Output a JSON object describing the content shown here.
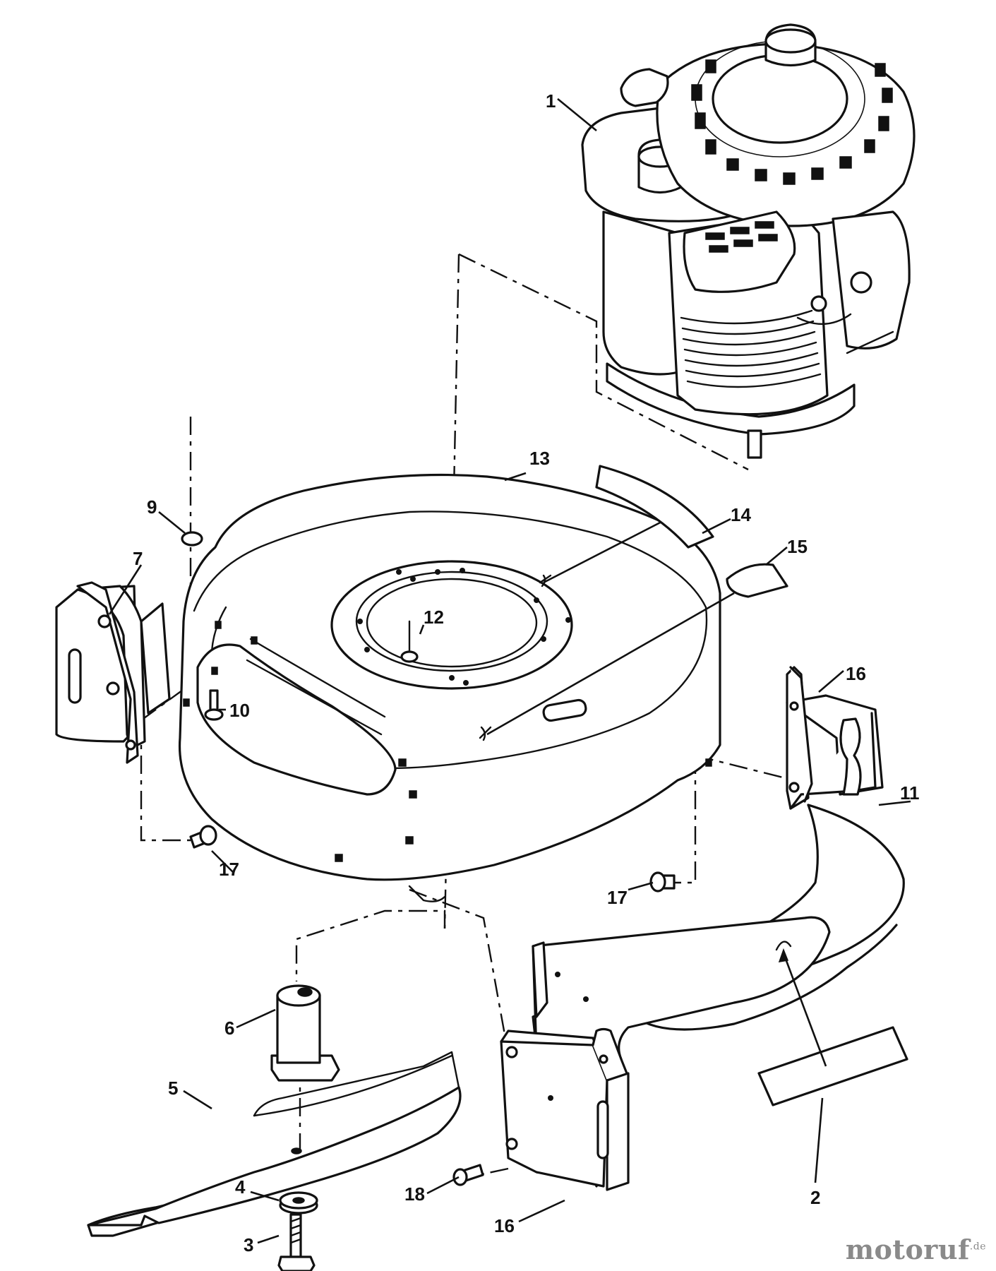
{
  "callouts": {
    "c1": "1",
    "c2": "2",
    "c3": "3",
    "c4": "4",
    "c5": "5",
    "c6": "6",
    "c7": "7",
    "c9": "9",
    "c10": "10",
    "c11": "11",
    "c12": "12",
    "c13": "13",
    "c14": "14",
    "c15": "15",
    "c16a": "16",
    "c16b": "16",
    "c17a": "17",
    "c17b": "17",
    "c18": "18"
  },
  "watermark": {
    "brand": "motoruf",
    "tld": ".de"
  },
  "colors": {
    "ink": "#111111",
    "background": "#ffffff",
    "watermark": "#8a8a8a"
  }
}
